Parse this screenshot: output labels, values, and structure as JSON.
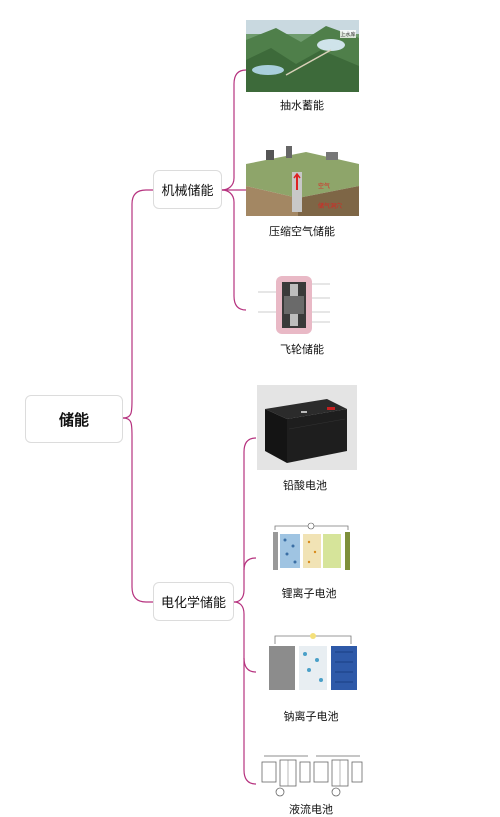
{
  "mindmap": {
    "root": {
      "label": "储能"
    },
    "branches": [
      {
        "label": "机械储能",
        "children": [
          {
            "label": "抽水蓄能",
            "image": "pumped-hydro-photo"
          },
          {
            "label": "压缩空气储能",
            "image": "compressed-air-diagram"
          },
          {
            "label": "飞轮储能",
            "image": "flywheel-cutaway-diagram"
          }
        ]
      },
      {
        "label": "电化学储能",
        "children": [
          {
            "label": "铅酸电池",
            "image": "lead-acid-battery-photo"
          },
          {
            "label": "锂离子电池",
            "image": "lithium-ion-cell-diagram"
          },
          {
            "label": "钠离子电池",
            "image": "sodium-ion-cell-diagram"
          },
          {
            "label": "液流电池",
            "image": "flow-battery-schematic"
          }
        ]
      }
    ]
  },
  "image_text": {
    "hydro_pool_label": "上水库",
    "air_up": "空气",
    "air_hot": "储气洞穴"
  },
  "colors": {
    "connector": "#b6337f",
    "node_border": "#dcdcdc"
  }
}
